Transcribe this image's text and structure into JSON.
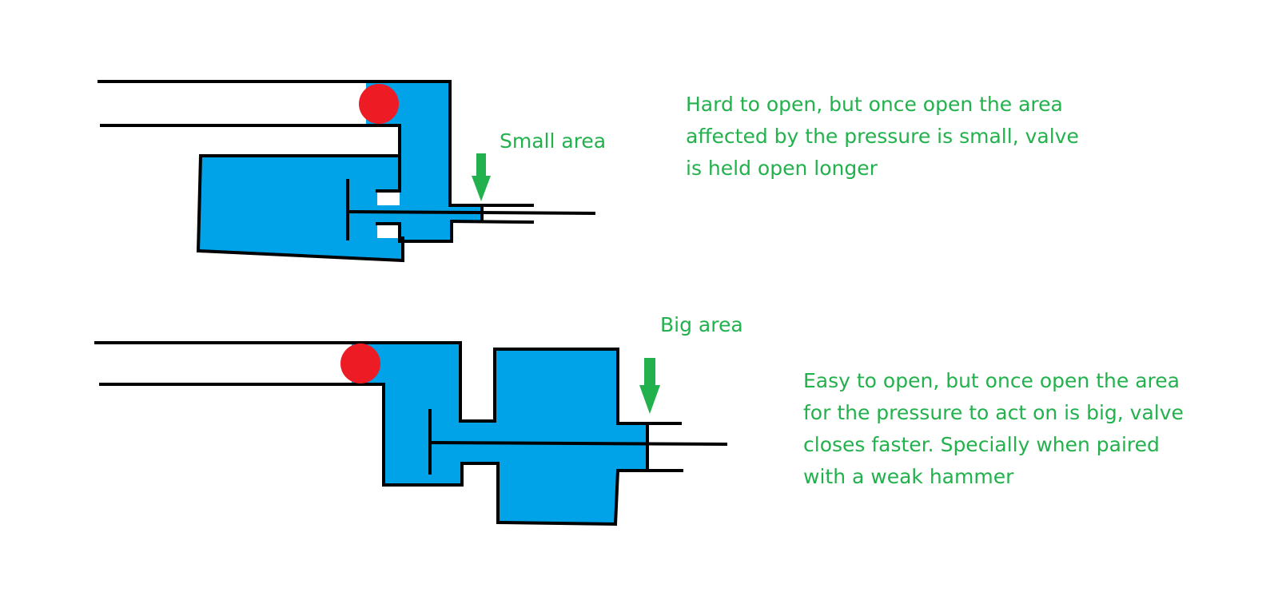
{
  "labels": {
    "small_area": "Small area",
    "big_area": "Big area"
  },
  "descriptions": {
    "top": [
      "Hard to open, but once open the area",
      "affected by the pressure is small, valve",
      "is held open longer"
    ],
    "bottom": [
      "Easy to open, but once open the area",
      "for the pressure to act on is big, valve",
      "closes faster. Specially when paired",
      "with a weak hammer"
    ]
  },
  "colors": {
    "fluid": "#00a2e8",
    "ball": "#ed1c24",
    "text_and_arrow": "#22b14c",
    "outline": "#000000"
  }
}
